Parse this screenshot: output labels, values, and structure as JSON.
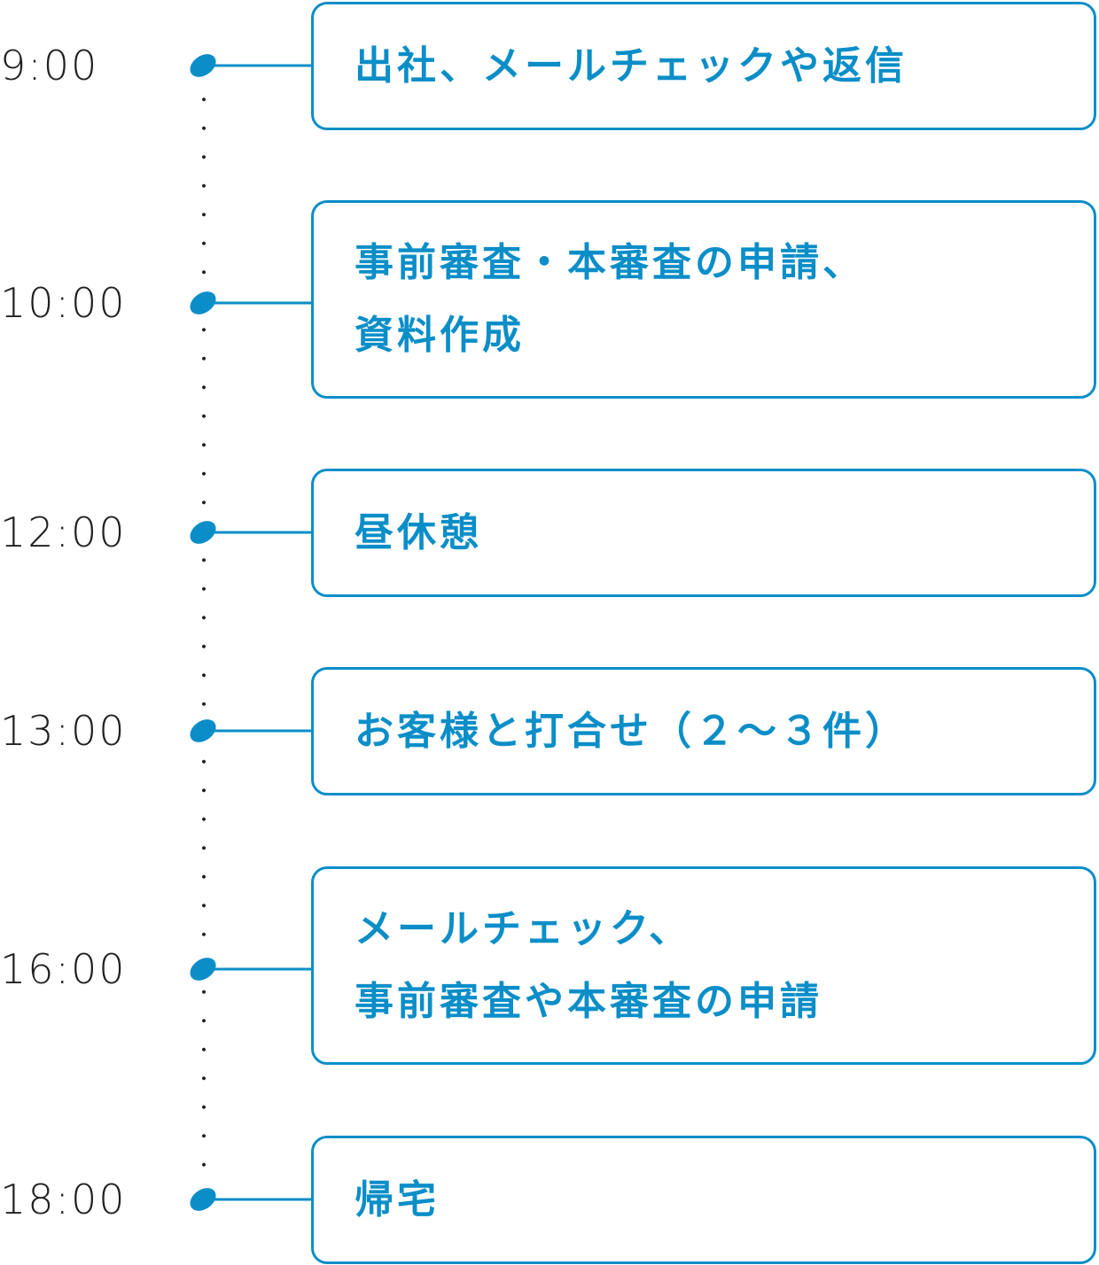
{
  "schedule": [
    {
      "time": "9:00",
      "lines": [
        "出社、メールチェックや返信"
      ]
    },
    {
      "time": "10:00",
      "lines": [
        "事前審査・本審査の申請、",
        "資料作成"
      ]
    },
    {
      "time": "12:00",
      "lines": [
        "昼休憩"
      ]
    },
    {
      "time": "13:00",
      "lines": [
        "お客様と打合せ（２〜３件）"
      ]
    },
    {
      "time": "16:00",
      "lines": [
        "メールチェック、",
        "事前審査や本審査の申請"
      ]
    },
    {
      "time": "18:00",
      "lines": [
        "帰宅"
      ]
    }
  ],
  "colors": {
    "accent": "#0b8ec8",
    "time_text": "#231f20",
    "dots": "#222222"
  }
}
